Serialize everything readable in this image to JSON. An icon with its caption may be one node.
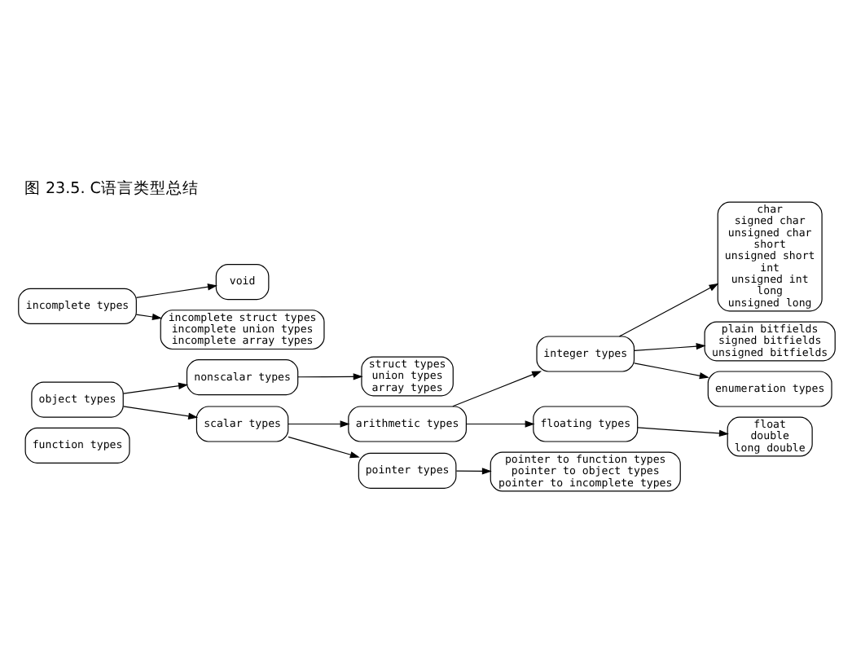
{
  "diagram": {
    "title": "图 23.5. C语言类型总结",
    "nodes": [
      {
        "text": [
          "function types"
        ]
      },
      {
        "text": [
          "nonscalar types"
        ]
      },
      {
        "text": [
          "struct types",
          "union types",
          "array types"
        ]
      },
      {
        "text": [
          "object types"
        ]
      },
      {
        "text": [
          "integer types"
        ]
      },
      {
        "text": [
          "char",
          "signed char",
          "unsigned char",
          "short",
          "unsigned short",
          "int",
          "unsigned int",
          "long",
          "unsigned long"
        ]
      },
      {
        "text": [
          "plain bitfields",
          "signed bitfields",
          "unsigned bitfields"
        ]
      },
      {
        "text": [
          "enumeration types"
        ]
      },
      {
        "text": [
          "arithmetic types"
        ]
      },
      {
        "text": [
          "scalar types"
        ]
      },
      {
        "text": [
          "floating types"
        ]
      },
      {
        "text": [
          "float",
          "double",
          "long double"
        ]
      },
      {
        "text": [
          "pointer types"
        ]
      },
      {
        "text": [
          "pointer to function types",
          "pointer to object types",
          "pointer to incomplete types"
        ]
      },
      {
        "text": [
          "incomplete types"
        ]
      },
      {
        "text": [
          "void"
        ]
      },
      {
        "text": [
          "incomplete struct types",
          "incomplete union types",
          "incomplete array types"
        ]
      }
    ],
    "edges": [
      {
        "from": 3,
        "to": 1,
        "arrow": "to"
      },
      {
        "from": 1,
        "to": 2,
        "arrow": "to"
      },
      {
        "from": 3,
        "to": 9,
        "arrow": "to"
      },
      {
        "from": 9,
        "to": 8,
        "arrow": "to"
      },
      {
        "from": 8,
        "to": 4,
        "arrow": "to"
      },
      {
        "from": 8,
        "to": 10,
        "arrow": "to"
      },
      {
        "from": 4,
        "to": 5,
        "arrow": "to"
      },
      {
        "from": 4,
        "to": 6,
        "arrow": "to"
      },
      {
        "from": 4,
        "to": 7,
        "arrow": "to"
      },
      {
        "from": 10,
        "to": 11,
        "arrow": "to"
      },
      {
        "from": 9,
        "to": 12,
        "arrow": "to"
      },
      {
        "from": 12,
        "to": 13,
        "arrow": "to"
      },
      {
        "from": 14,
        "to": 15,
        "arrow": "to"
      },
      {
        "from": 14,
        "to": 16,
        "arrow": "to"
      }
    ]
  }
}
